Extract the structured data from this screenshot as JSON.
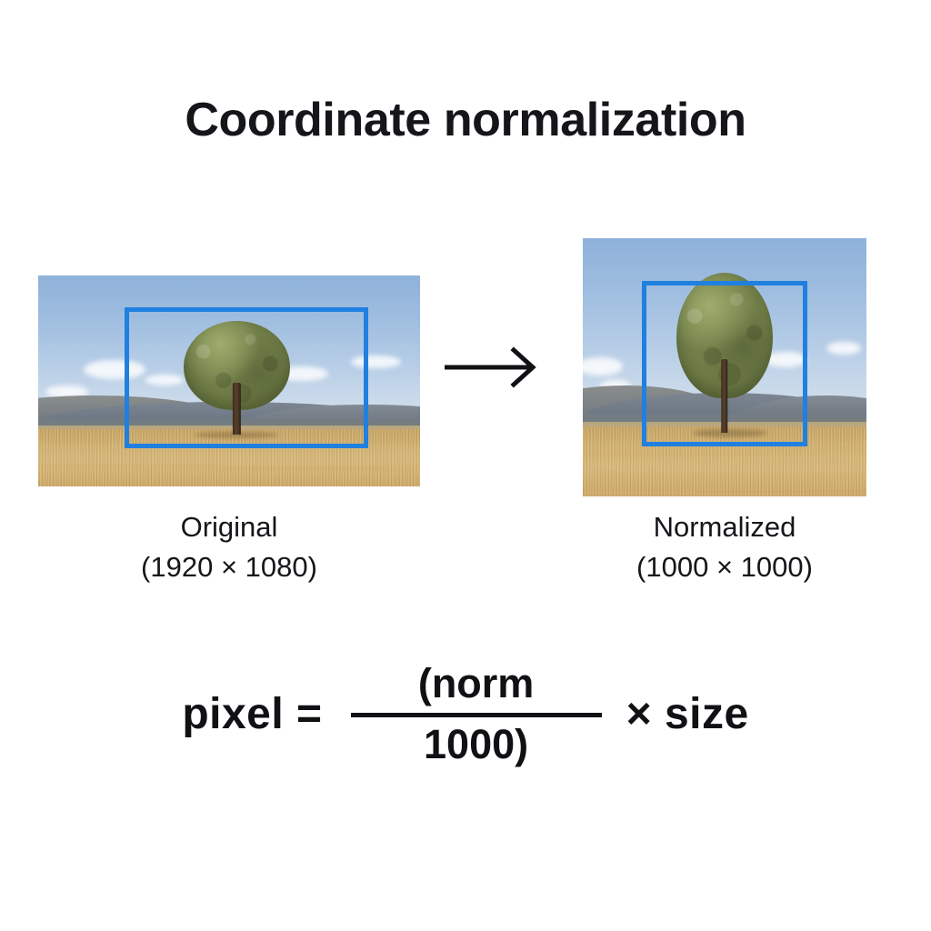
{
  "title": "Coordinate normalization",
  "accent_color": "#1f80e0",
  "text_color": "#15161a",
  "background_color": "#ffffff",
  "panels": [
    {
      "id": "original",
      "caption_name": "Original",
      "caption_dimensions": "(1920 × 1080)",
      "width_label": "1920",
      "height_label": "1080",
      "bbox_color": "#1f80e0"
    },
    {
      "id": "normalized",
      "caption_name": "Normalized",
      "caption_dimensions": "(1000 × 1000)",
      "width_label": "1000",
      "height_label": "1000",
      "bbox_color": "#1f80e0"
    }
  ],
  "arrow": {
    "icon": "arrow-right-icon",
    "direction": "right"
  },
  "formula": {
    "lhs": "pixel  =",
    "numerator": "(norm",
    "denominator": "1000)",
    "rhs": "× size",
    "plain_text": "pixel = (norm / 1000) × size"
  }
}
